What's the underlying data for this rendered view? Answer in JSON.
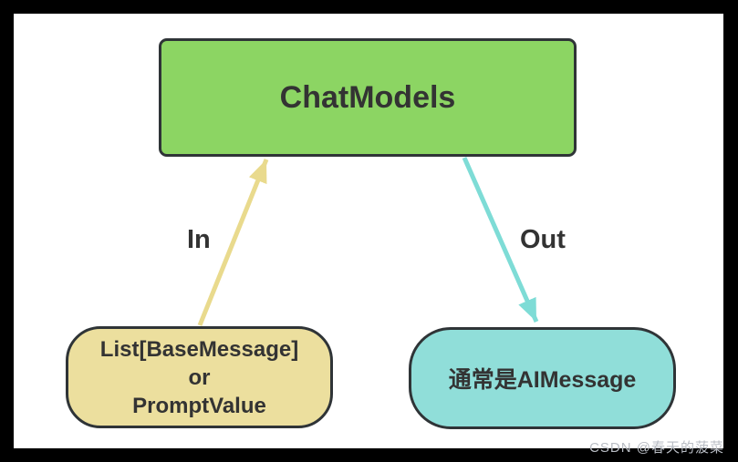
{
  "diagram": {
    "title_box": {
      "label": "ChatModels"
    },
    "input_box": {
      "lines": [
        "List[BaseMessage]",
        "or",
        "PromptValue"
      ]
    },
    "output_box": {
      "label": "通常是AIMessage"
    },
    "in_arrow_label": "In",
    "out_arrow_label": "Out"
  },
  "watermark": "CSDN @春天的菠菜",
  "colors": {
    "chat_box_fill": "#8cd563",
    "input_box_fill": "#ecdf9e",
    "output_box_fill": "#90ded9",
    "in_arrow": "#e9da8d",
    "out_arrow": "#7edcd6",
    "box_border": "#2f3437",
    "text": "#333333",
    "watermark_text": "#b9bdc4"
  }
}
